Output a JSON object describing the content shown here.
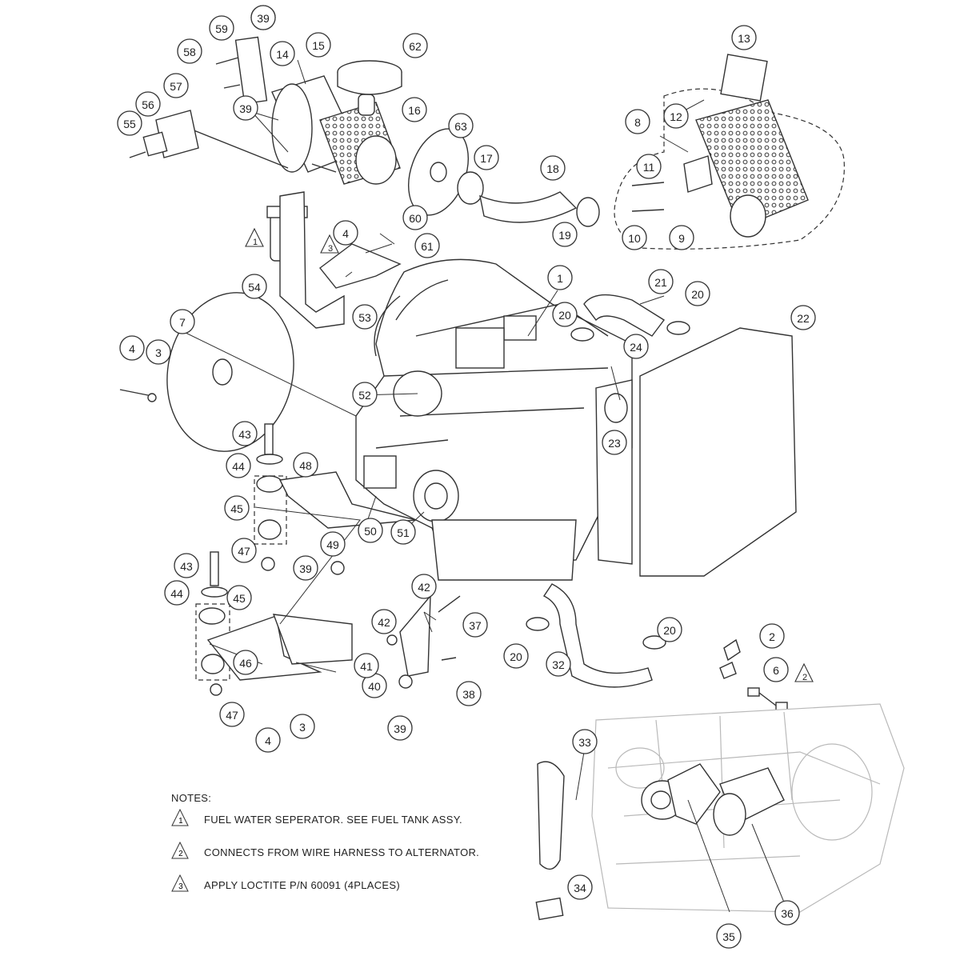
{
  "callouts": [
    "1",
    "2",
    "3",
    "4",
    "6",
    "7",
    "8",
    "9",
    "10",
    "11",
    "12",
    "13",
    "14",
    "15",
    "16",
    "17",
    "18",
    "19",
    "20",
    "21",
    "22",
    "23",
    "24",
    "32",
    "33",
    "34",
    "35",
    "36",
    "37",
    "38",
    "39",
    "40",
    "41",
    "42",
    "43",
    "44",
    "45",
    "46",
    "47",
    "48",
    "49",
    "50",
    "51",
    "52",
    "53",
    "54",
    "57",
    "56",
    "55",
    "58",
    "59",
    "60",
    "61",
    "62",
    "63"
  ],
  "note_flags": [
    "1",
    "2",
    "3"
  ],
  "notes": {
    "title": "NOTES:",
    "items": [
      {
        "flag": "1",
        "text": "FUEL WATER SEPERATOR. SEE FUEL TANK ASSY."
      },
      {
        "flag": "2",
        "text": "CONNECTS FROM WIRE HARNESS TO ALTERNATOR."
      },
      {
        "flag": "3",
        "text": "APPLY LOCTITE P/N 60091 (4PLACES)"
      }
    ]
  }
}
